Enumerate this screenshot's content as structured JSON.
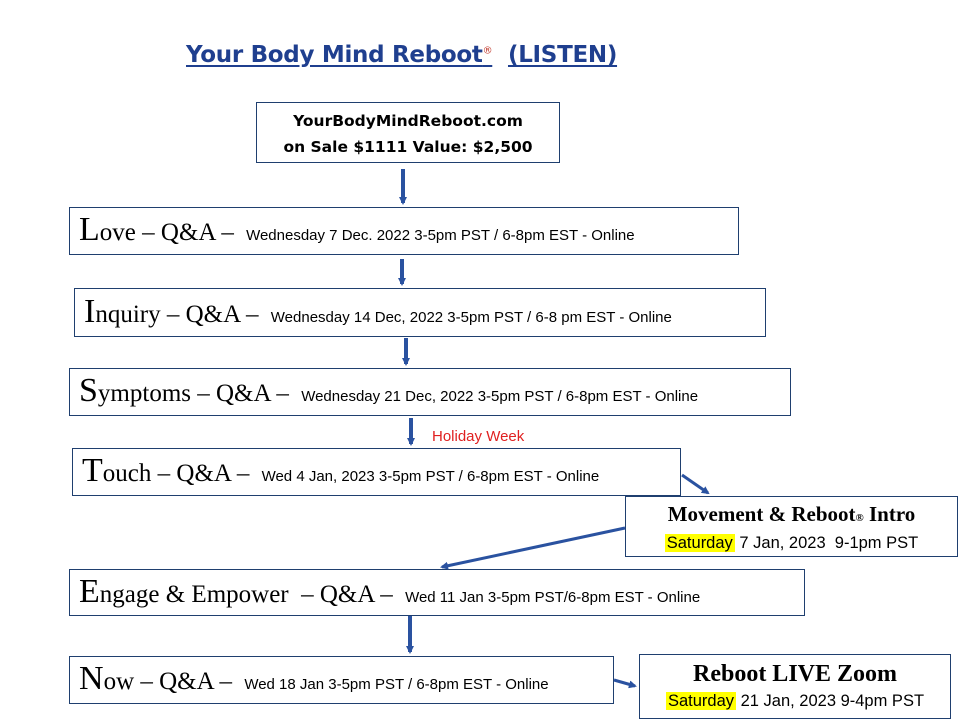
{
  "title": {
    "main": "Your Body Mind Reboot",
    "reg": "®",
    "suffix": "(LISTEN)"
  },
  "sale": {
    "line1": "YourBodyMindReboot.com",
    "line2": "on Sale $1111 Value: $2,500"
  },
  "steps": [
    {
      "initial": "L",
      "word": "ove",
      "qa": " – Q&A – ",
      "details": "Wednesday 7 Dec. 2022 3-5pm PST / 6-8pm EST  - Online"
    },
    {
      "initial": "I",
      "word": "nquiry",
      "qa": " – Q&A – ",
      "details": "Wednesday 14 Dec, 2022 3-5pm PST / 6-8 pm EST - Online"
    },
    {
      "initial": "S",
      "word": "ymptoms",
      "qa": " – Q&A – ",
      "details": "Wednesday 21 Dec, 2022  3-5pm PST / 6-8pm EST - Online"
    },
    {
      "initial": "T",
      "word": "ouch",
      "qa": " – Q&A – ",
      "details": "Wed 4 Jan, 2023  3-5pm PST / 6-8pm EST - Online"
    },
    {
      "initial": "E",
      "word": "ngage & Empower",
      "qa": "  – Q&A – ",
      "details": "Wed 11 Jan  3-5pm PST/6-8pm EST - Online"
    },
    {
      "initial": "N",
      "word": "ow",
      "qa": " – Q&A – ",
      "details": "Wed 18 Jan  3-5pm PST / 6-8pm EST - Online"
    }
  ],
  "holiday_note": "Holiday Week",
  "movement": {
    "title": "Movement & Reboot",
    "reg": "®",
    "title_end": " Intro",
    "day": "Saturday",
    "rest": " 7 Jan, 2023  9-1pm PST"
  },
  "live": {
    "title": "Reboot LIVE Zoom",
    "day": "Saturday",
    "rest": " 21 Jan, 2023 9-4pm PST"
  },
  "colors": {
    "title": "#1f3f8f",
    "arrow": "#2a52a0",
    "border": "#1f3f6f",
    "highlight": "#ffff00",
    "note": "#e02020"
  }
}
